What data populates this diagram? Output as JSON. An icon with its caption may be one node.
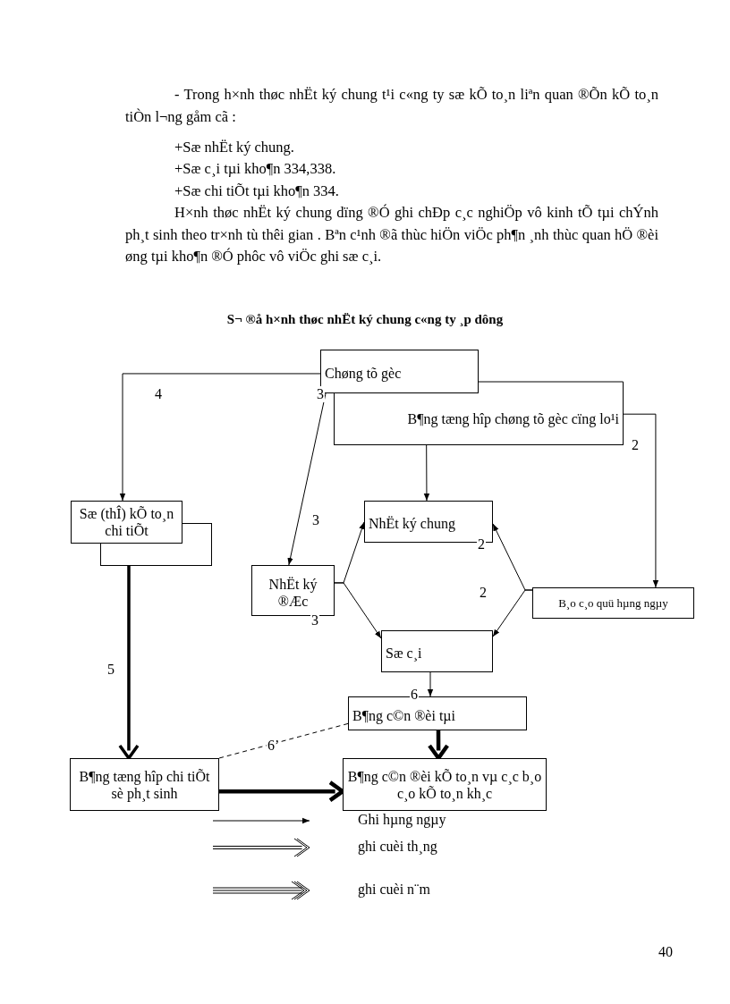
{
  "diagram": {
    "title": "S¬ ®å h×nh thøc nhËt ký chung c«ng ty ¸p dông",
    "nodes": [
      {
        "text": [
          "Chøng tõ gèc"
        ]
      },
      {
        "text": [
          "B¶ng tæng hîp chøng tõ gèc cïng lo¹i"
        ]
      },
      {
        "text": [
          "Sæ (thÎ) kÕ to¸n chi tiÕt"
        ]
      },
      {
        "text": [
          "NhËt ký ®Æc"
        ]
      },
      {
        "text": [
          "NhËt ký chung"
        ]
      },
      {
        "text": [
          "B¸o c¸o quü hµng ngµy"
        ]
      },
      {
        "text": [
          "Sæ c¸i"
        ]
      },
      {
        "text": [
          "B¶ng c©n ®èi tµi"
        ]
      },
      {
        "text": [
          "B¶ng tæng hîp chi tiÕt sè ph¸t sinh"
        ]
      },
      {
        "text": [
          "B¶ng c©n ®èi kÕ to¸n vµ c¸c b¸o c¸o kÕ to¸n kh¸c"
        ]
      }
    ],
    "edges": [
      {
        "from": 0,
        "to": 2,
        "arrow": "to",
        "label": "4"
      },
      {
        "from": 0,
        "to": 3,
        "arrow": "to",
        "label": "3"
      },
      {
        "from": 1,
        "to": 4,
        "arrow": "to"
      },
      {
        "from": 1,
        "to": 5,
        "arrow": "to",
        "label": "2"
      },
      {
        "from": 3,
        "to": 4,
        "arrow": "to"
      },
      {
        "from": 3,
        "to": 6,
        "arrow": "to"
      },
      {
        "from": 5,
        "to": 4,
        "arrow": "to"
      },
      {
        "from": 5,
        "to": 6,
        "arrow": "to"
      },
      {
        "from": 6,
        "to": 7,
        "arrow": "to",
        "label": "6"
      },
      {
        "from": 7,
        "to": 9,
        "arrow": "to",
        "style": "thick"
      },
      {
        "from": 7,
        "to": 8,
        "arrow": "none",
        "style": "dashed",
        "label": "6’"
      },
      {
        "from": 2,
        "to": 8,
        "arrow": "to",
        "style": "thick",
        "label": "5"
      },
      {
        "from": 8,
        "to": 9,
        "arrow": "to",
        "style": "thick"
      }
    ],
    "labels": [
      "- Trong h×nh thøc nhËt ký chung t¹i c«ng ty sæ kÕ to¸n liªn quan ®Õn kÕ to¸n tiÒn l¬ng gåm cã :",
      "+Sæ nhËt ký chung.",
      "+Sæ c¸i tµi kho¶n 334,338.",
      "+Sæ chi tiÕt tµi kho¶n 334.",
      "H×nh thøc nhËt ký chung dïng ®Ó ghi chÐp c¸c nghiÖp vô kinh tÕ tµi chÝnh ph¸t sinh theo tr×nh tù thêi gian . Bªn c¹nh ®ã thùc hiÖn viÖc ph¶n ¸nh thùc quan hÖ ®èi øng tµi kho¶n ®Ó phôc vô viÖc ghi sæ c¸i.",
      "3",
      "2",
      "2",
      "3",
      "40"
    ],
    "legend": [
      {
        "text": "Ghi hµng ngµy"
      },
      {
        "text": "ghi cuèi th¸ng"
      },
      {
        "text": "ghi cuèi n¨m"
      }
    ]
  }
}
